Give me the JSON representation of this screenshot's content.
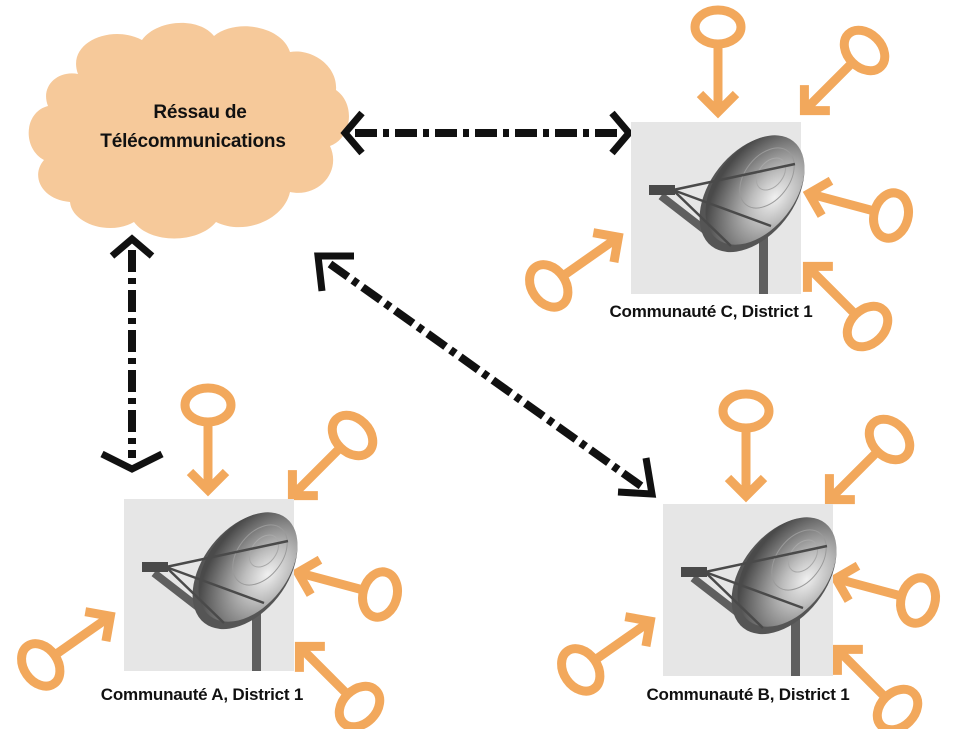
{
  "cloud": {
    "line1": "Réssau de",
    "line2": "Télécommunications"
  },
  "communities": {
    "a": {
      "label": "Communauté A, District 1"
    },
    "b": {
      "label": "Communauté B, District 1"
    },
    "c": {
      "label": "Communauté C, District 1"
    }
  },
  "colors": {
    "cloud": "#f6c99a",
    "user_icon": "#f2a85c",
    "panel": "#e6e6e6",
    "dish": "#7d7d7d",
    "link": "#111111"
  },
  "icons": {
    "user": "key-shaped-user-icon",
    "station": "satellite-dish-icon"
  }
}
